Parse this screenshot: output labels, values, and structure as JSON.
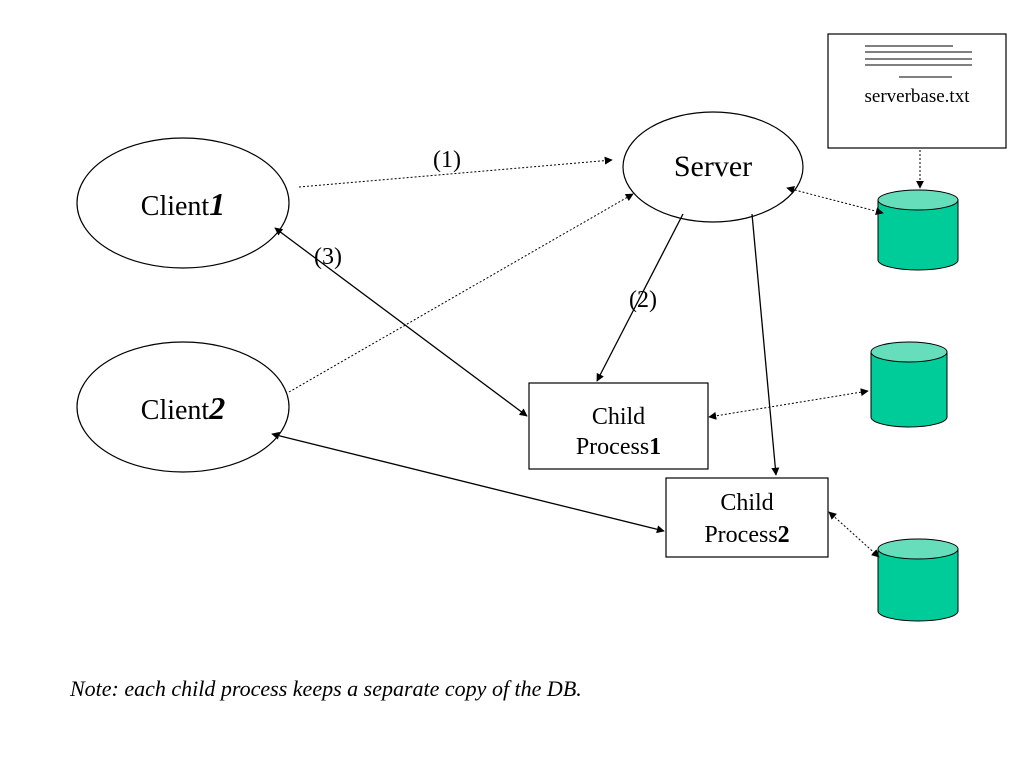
{
  "nodes": {
    "client1": {
      "name": "Client",
      "number": "1"
    },
    "client2": {
      "name": "Client",
      "number": "2"
    },
    "server": {
      "label": "Server"
    },
    "child1": {
      "line1": "Child",
      "line2": "Process",
      "number": "1"
    },
    "child2": {
      "line1": "Child",
      "line2": "Process",
      "number": "2"
    },
    "file": {
      "label": "serverbase.txt"
    }
  },
  "steps": {
    "s1": "(1)",
    "s2": "(2)",
    "s3": "(3)"
  },
  "note": "Note: each child process keeps a separate copy of the DB.",
  "colors": {
    "database_fill": "#00cc99",
    "database_top": "#66ddbb",
    "stroke": "#000000"
  },
  "icons": {
    "database": "database-cylinder-icon",
    "document": "document-icon"
  }
}
